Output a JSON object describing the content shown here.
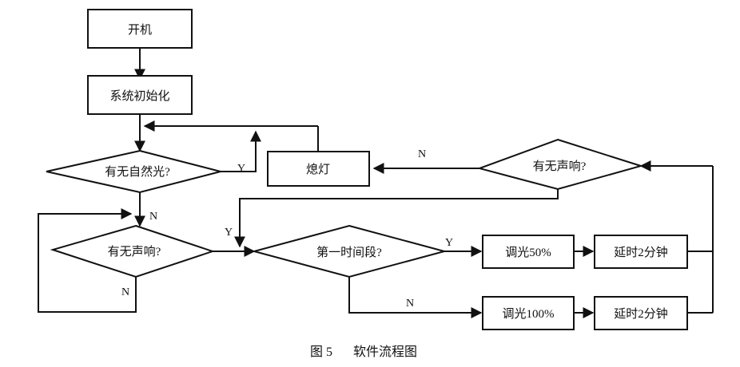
{
  "figure": {
    "caption_number": "图 5",
    "caption_title": "软件流程图",
    "colors": {
      "stroke": "#111111",
      "fill": "#ffffff",
      "background": "#ffffff"
    }
  },
  "nodes": {
    "start": {
      "label": "开机",
      "type": "process"
    },
    "init": {
      "label": "系统初始化",
      "type": "process"
    },
    "natural_light": {
      "label": "有无自然光?",
      "type": "decision"
    },
    "sound_left": {
      "label": "有无声响?",
      "type": "decision"
    },
    "sound_right": {
      "label": "有无声响?",
      "type": "decision"
    },
    "lights_off": {
      "label": "熄灯",
      "type": "process"
    },
    "first_period": {
      "label": "第一时间段?",
      "type": "decision"
    },
    "dim50": {
      "label": "调光50%",
      "type": "process"
    },
    "delay_top": {
      "label": "延时2分钟",
      "type": "process"
    },
    "dim100": {
      "label": "调光100%",
      "type": "process"
    },
    "delay_bottom": {
      "label": "延时2分钟",
      "type": "process"
    }
  },
  "edge_labels": {
    "natural_light_yes": "Y",
    "natural_light_no": "N",
    "sound_left_no": "N",
    "sound_left_yes": "Y",
    "sound_right_no": "N",
    "first_period_yes": "Y",
    "first_period_no": "N"
  }
}
